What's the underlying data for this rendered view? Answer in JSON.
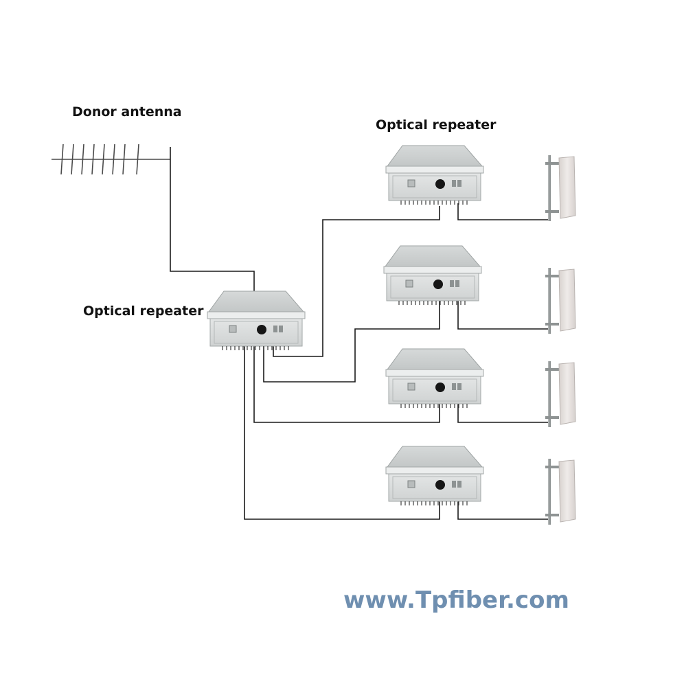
{
  "labels": {
    "donor_antenna": "Donor antenna",
    "optical_repeater_top": "Optical repeater",
    "optical_repeater_main": "Optical repeater"
  },
  "watermark": "www.Tpfiber.com",
  "colors": {
    "line": "#1a1a1a",
    "watermark": "#6f8fb0",
    "device_body": "#d9dcdc",
    "device_top": "#c7cbcb",
    "antenna_panel": "#e6e2e0"
  },
  "counts": {
    "remote_repeaters": 4,
    "panel_antennas": 4
  }
}
